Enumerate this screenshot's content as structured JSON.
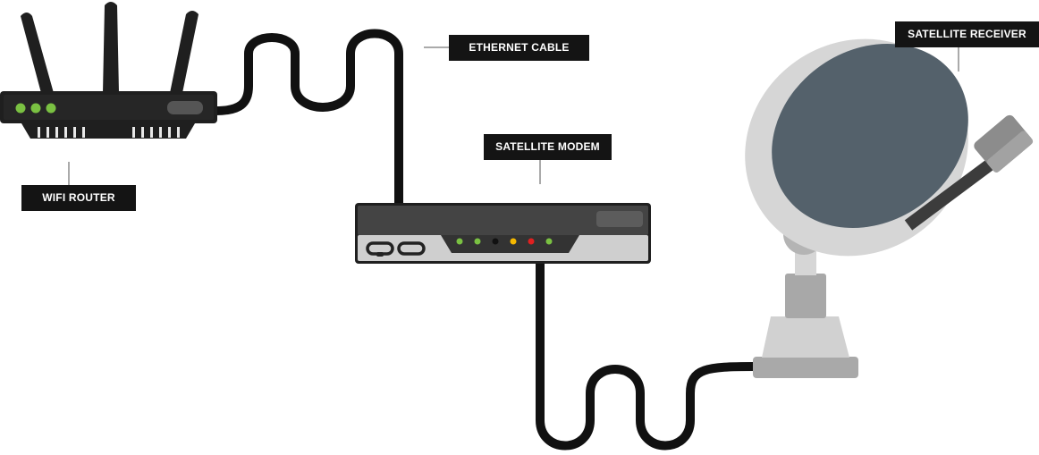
{
  "labels": {
    "wifi_router": "WIFI ROUTER",
    "ethernet_cable": "ETHERNET CABLE",
    "satellite_modem": "SATELLITE MODEM",
    "satellite_receiver": "SATELLITE RECEIVER"
  },
  "colors": {
    "label_bg": "#141414",
    "label_text": "#ffffff",
    "device_dark": "#1f1f1f",
    "cable": "#111111",
    "led_green": "#7ac142",
    "led_yellow": "#f5b800",
    "led_red": "#e02020",
    "dish_outer": "#d4d4d4",
    "dish_inner": "#54616b",
    "dish_mount": "#bcbcbc"
  },
  "icons": {
    "router": "wifi-router-icon",
    "modem": "satellite-modem-icon",
    "dish": "satellite-dish-icon"
  }
}
